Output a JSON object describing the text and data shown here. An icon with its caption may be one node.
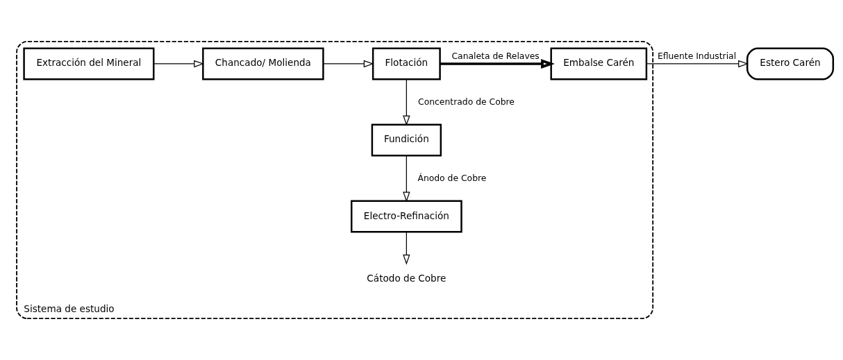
{
  "diagram": {
    "nodes": [
      {
        "text": [
          "Sistema de estudio"
        ]
      },
      {
        "text": [
          "Extracción del Mineral"
        ],
        "in": 0
      },
      {
        "text": [
          "Chancado/ Molienda"
        ],
        "in": 0
      },
      {
        "text": [
          "Flotación"
        ],
        "in": 0
      },
      {
        "text": [
          "Embalse Carén"
        ],
        "in": 0
      },
      {
        "text": [
          "Fundición"
        ],
        "in": 0
      },
      {
        "text": [
          "Electro-Refinación"
        ],
        "in": 0
      },
      {
        "text": [
          "Cátodo de Cobre"
        ],
        "in": 0
      },
      {
        "text": [
          "Estero Carén"
        ]
      }
    ],
    "edges": [
      {
        "from": 1,
        "to": 2,
        "arrow": "to"
      },
      {
        "from": 2,
        "to": 3,
        "arrow": "to"
      },
      {
        "from": 3,
        "to": 4,
        "arrow": "to",
        "label": "Canaleta de Relaves",
        "style": "thick"
      },
      {
        "from": 3,
        "to": 5,
        "arrow": "to",
        "label": "Concentrado de Cobre"
      },
      {
        "from": 5,
        "to": 6,
        "arrow": "to",
        "label": "Ánodo de Cobre"
      },
      {
        "from": 6,
        "to": 7,
        "arrow": "to"
      },
      {
        "from": 4,
        "to": 8,
        "arrow": "to",
        "label": "Efluente Industrial"
      }
    ]
  }
}
